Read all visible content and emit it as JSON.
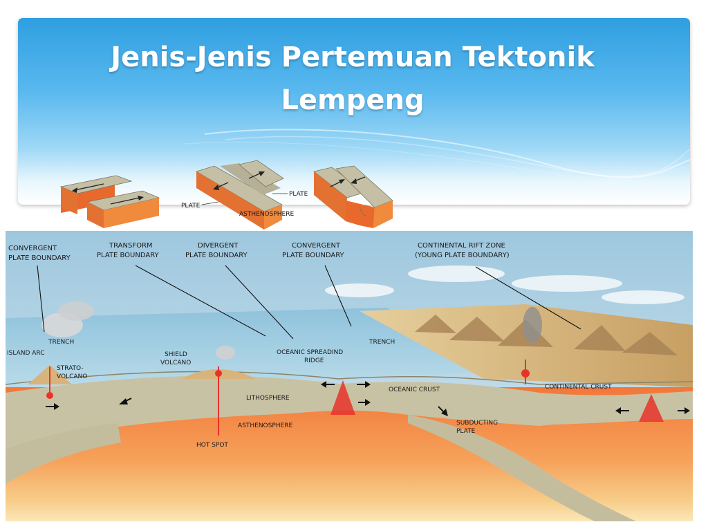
{
  "slide": {
    "title_line1": "Jenis-Jenis Pertemuan Tektonik",
    "title_line2": "Lempeng"
  },
  "small_diagrams": {
    "plate": "PLATE",
    "plate_left": "PLATE",
    "asthenosphere": "ASTHENOSPHERE"
  },
  "boundary_labels": {
    "convergent_left_1": "CONVERGENT",
    "convergent_left_2": "PLATE BOUNDARY",
    "transform_1": "TRANSFORM",
    "transform_2": "PLATE BOUNDARY",
    "divergent_1": "DIVERGENT",
    "divergent_2": "PLATE BOUNDARY",
    "convergent_right_1": "CONVERGENT",
    "convergent_right_2": "PLATE BOUNDARY",
    "rift_1": "CONTINENTAL RIFT ZONE",
    "rift_2": "(YOUNG PLATE BOUNDARY)"
  },
  "feature_labels": {
    "trench_left": "TRENCH",
    "island_arc": "ISLAND ARC",
    "strato_1": "STRATO-",
    "strato_2": "VOLCANO",
    "shield_1": "SHIELD",
    "shield_2": "VOLCANO",
    "ridge_1": "OCEANIC SPREADIND",
    "ridge_2": "RIDGE",
    "trench_right": "TRENCH",
    "oceanic_crust": "OCEANIC CRUST",
    "continental_crust": "CONTINENTAL CRUST",
    "lithosphere": "LITHOSPHERE",
    "asthenosphere": "ASTHENOSPHERE",
    "hot_spot": "HOT SPOT",
    "subducting_1": "SUBDUCTING",
    "subducting_2": "PLATE"
  },
  "colors": {
    "title": "#ffffff",
    "header_blue": "#3aa8e6",
    "ocean": "#8fc6e0",
    "lithosphere": "#c9c3a6",
    "asthenosphere": "#f08a3c",
    "magma": "#e8332b",
    "land": "#d9b27a"
  }
}
